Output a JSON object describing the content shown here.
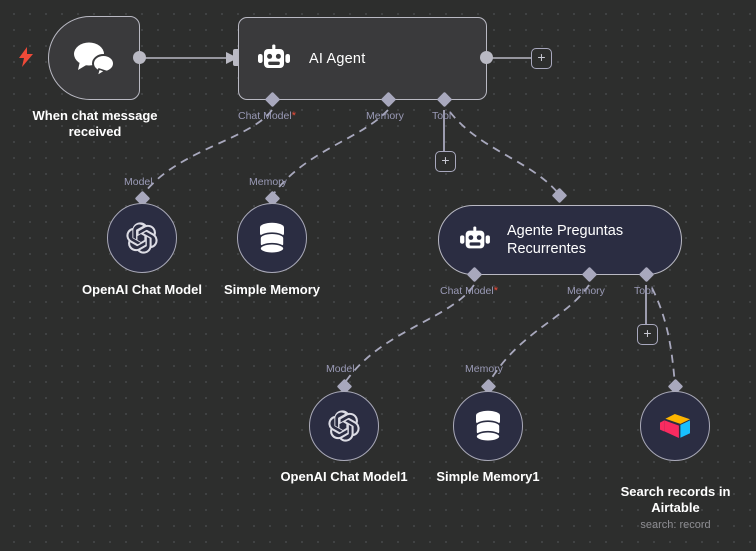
{
  "canvas": {
    "background_color": "#2d2e2d",
    "grid_dot_color": "#47484a",
    "accent_required": "#ef4a38",
    "port_label_color": "#9a9ab6",
    "connector_color": "#a8a8bd"
  },
  "nodes": {
    "trigger": {
      "title": "When chat message\nreceived",
      "icon": "chat-bubbles-icon",
      "trigger_icon": "lightning-bolt-icon"
    },
    "ai_agent": {
      "title": "AI Agent",
      "icon": "robot-icon",
      "ports": [
        {
          "label": "Chat Model",
          "required": "*"
        },
        {
          "label": "Memory",
          "required": ""
        },
        {
          "label": "Tool",
          "required": ""
        }
      ],
      "output_add_label": "+"
    },
    "openai_chat_model": {
      "title": "OpenAI Chat Model",
      "port_label": "Model",
      "icon": "openai-icon"
    },
    "simple_memory": {
      "title": "Simple Memory",
      "port_label": "Memory",
      "icon": "database-icon"
    },
    "sub_agent": {
      "title": "Agente Preguntas\nRecurrentes",
      "icon": "robot-icon",
      "ports": [
        {
          "label": "Chat Model",
          "required": "*"
        },
        {
          "label": "Memory",
          "required": ""
        },
        {
          "label": "Tool",
          "required": ""
        }
      ]
    },
    "openai_chat_model1": {
      "title": "OpenAI Chat Model1",
      "port_label": "Model",
      "icon": "openai-icon"
    },
    "simple_memory1": {
      "title": "Simple Memory1",
      "port_label": "Memory",
      "icon": "database-icon"
    },
    "airtable": {
      "title": "Search records in\nAirtable",
      "subtitle": "search: record",
      "icon": "airtable-icon"
    }
  },
  "buttons": {
    "agent_output_plus": "+",
    "agent_tool_plus": "+",
    "subagent_tool_plus": "+"
  }
}
